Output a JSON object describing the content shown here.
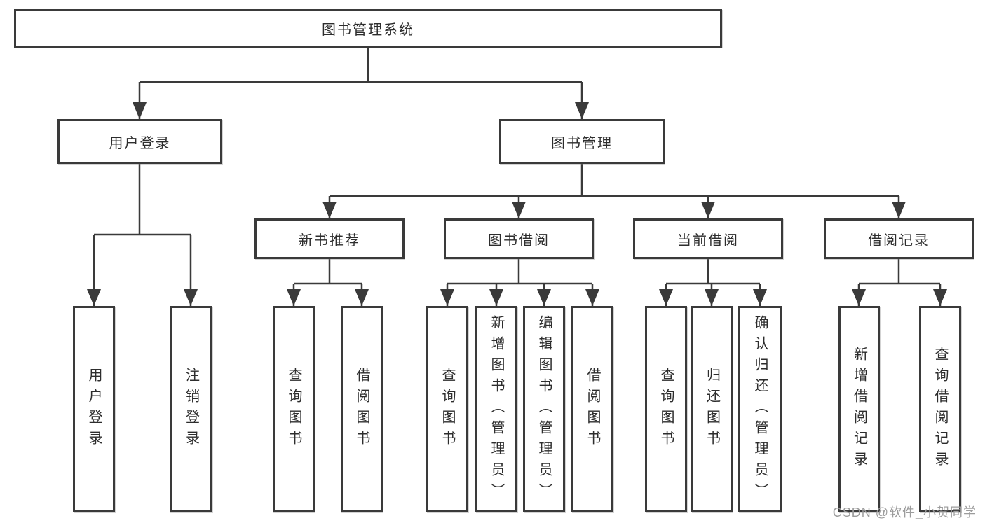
{
  "diagram": {
    "root": {
      "label": "图书管理系统"
    },
    "branches": [
      {
        "label": "用户登录",
        "children": [
          {
            "label": "用户登录"
          },
          {
            "label": "注销登录"
          }
        ]
      },
      {
        "label": "图书管理",
        "children": [
          {
            "label": "新书推荐",
            "children": [
              {
                "label": "查询图书"
              },
              {
                "label": "借阅图书"
              }
            ]
          },
          {
            "label": "图书借阅",
            "children": [
              {
                "label": "查询图书"
              },
              {
                "label": "新增图书（管理员）"
              },
              {
                "label": "编辑图书（管理员）"
              },
              {
                "label": "借阅图书"
              }
            ]
          },
          {
            "label": "当前借阅",
            "children": [
              {
                "label": "查询图书"
              },
              {
                "label": "归还图书"
              },
              {
                "label": "确认归还（管理员）"
              }
            ]
          },
          {
            "label": "借阅记录",
            "children": [
              {
                "label": "新增借阅记录"
              },
              {
                "label": "查询借阅记录"
              }
            ]
          }
        ]
      }
    ]
  },
  "watermark": {
    "text": "CSDN @软件_小贺同学"
  },
  "colors": {
    "line": "#3a3a3a",
    "box_border": "#3a3a3a",
    "text": "#2d2d2d",
    "watermark_text": "#9c9c9c",
    "background": "#ffffff"
  }
}
